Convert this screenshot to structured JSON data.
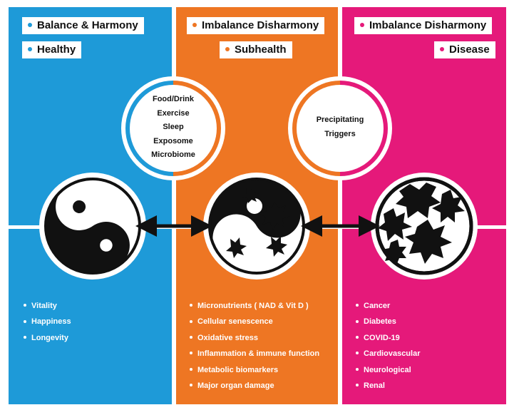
{
  "columns": [
    {
      "tags": [
        "Balance & Harmony",
        "Healthy"
      ],
      "items": [
        "Vitality",
        "Happiness",
        "Longevity"
      ]
    },
    {
      "tags": [
        "Imbalance Disharmony",
        "Subhealth"
      ],
      "items": [
        "Micronutrients ( NAD & Vit D )",
        "Cellular senescence",
        "Oxidative stress",
        "Inflammation & immune function",
        "Metabolic biomarkers",
        "Major organ damage"
      ]
    },
    {
      "tags": [
        "Imbalance Disharmony",
        "Disease"
      ],
      "items": [
        "Cancer",
        "Diabetes",
        "COVID-19",
        "Cardiovascular",
        "Neurological",
        "Renal"
      ]
    }
  ],
  "lifestyle_circle": [
    "Food/Drink",
    "Exercise",
    "Sleep",
    "Exposome",
    "Microbiome"
  ],
  "trigger_circle": [
    "Precipitating",
    "Triggers"
  ],
  "colors": {
    "blue": "#1e9ad8",
    "orange": "#ee7623",
    "pink": "#e5197a",
    "ink": "#111111"
  }
}
